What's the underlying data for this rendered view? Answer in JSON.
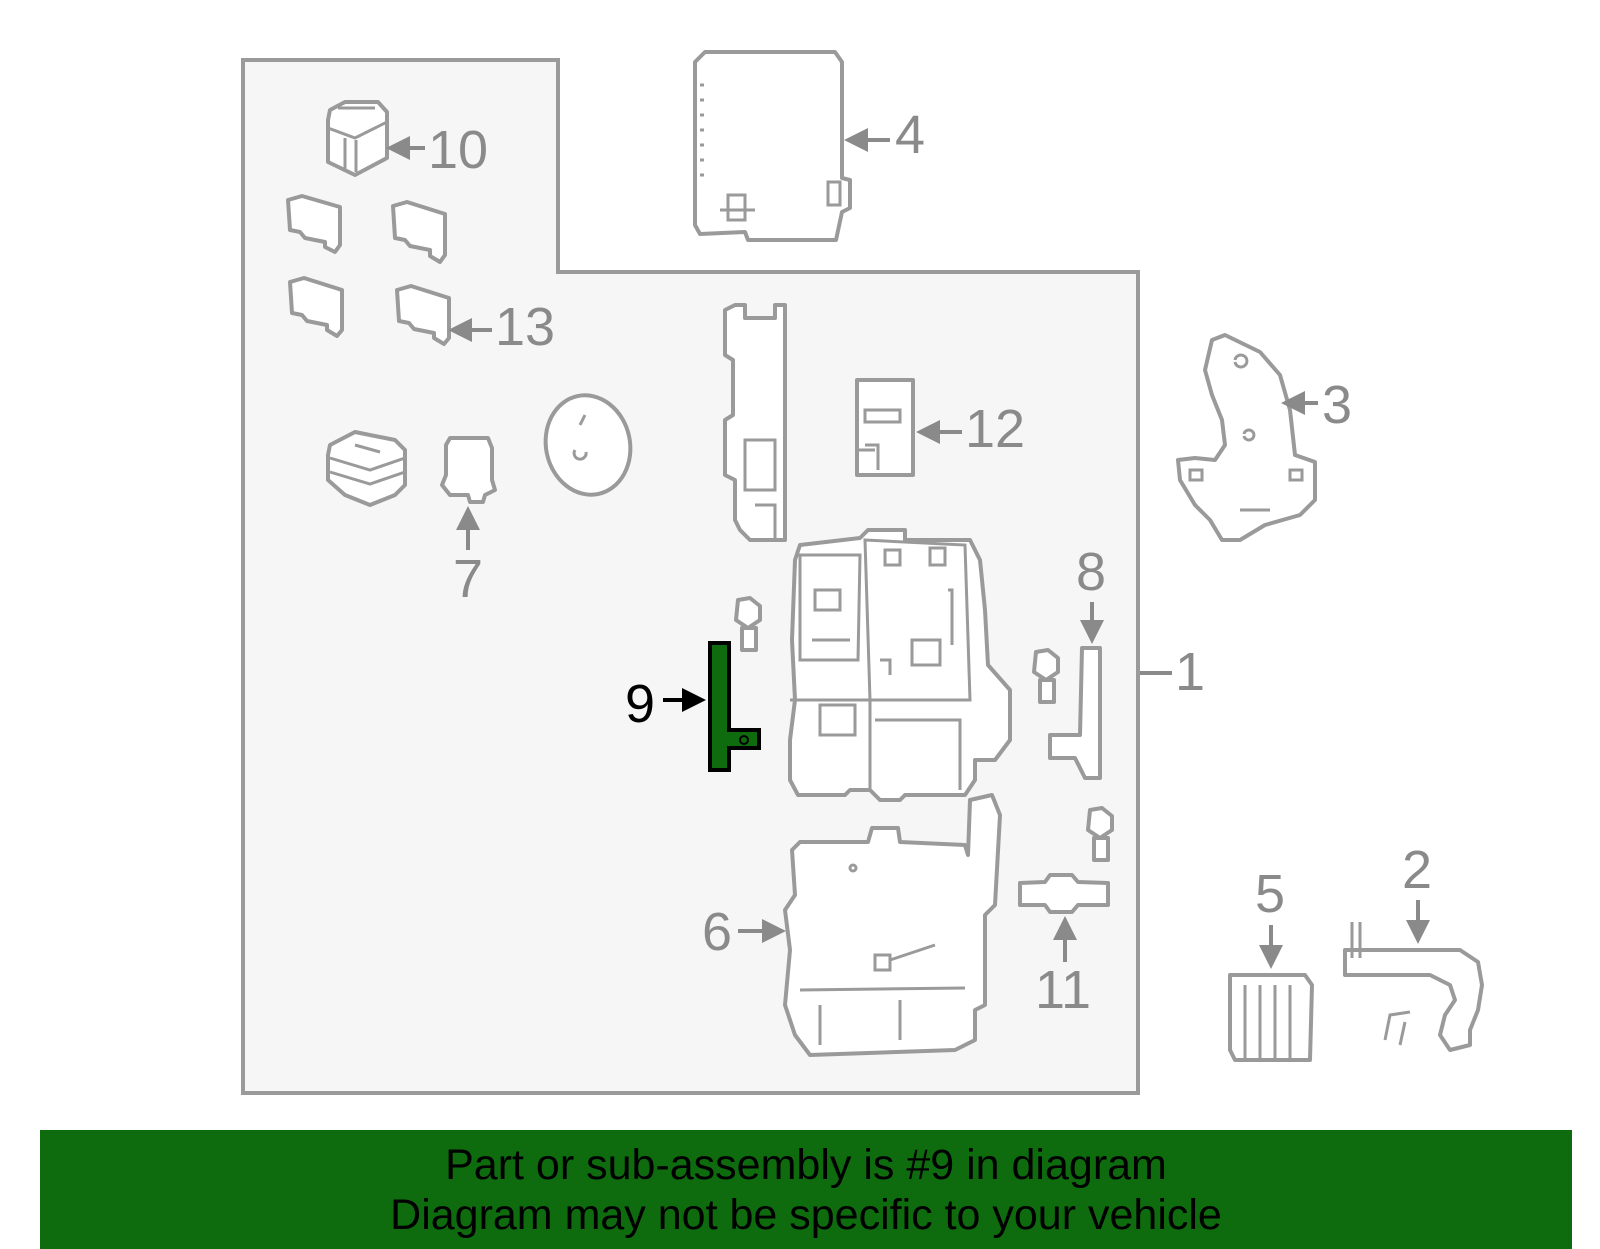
{
  "colors": {
    "highlight": "#0e6b0e",
    "outline": "#9a9a9a",
    "panel": "#f6f6f6",
    "label": "#8a8a8a"
  },
  "highlighted_callout": "9",
  "callouts": {
    "c1": "1",
    "c2": "2",
    "c3": "3",
    "c4": "4",
    "c5": "5",
    "c6": "6",
    "c7": "7",
    "c8": "8",
    "c9": "9",
    "c10": "10",
    "c11": "11",
    "c12": "12",
    "c13": "13"
  },
  "banner": {
    "line1": "Part or sub-assembly is #9 in diagram",
    "line2": "Diagram may not be specific to your vehicle"
  }
}
